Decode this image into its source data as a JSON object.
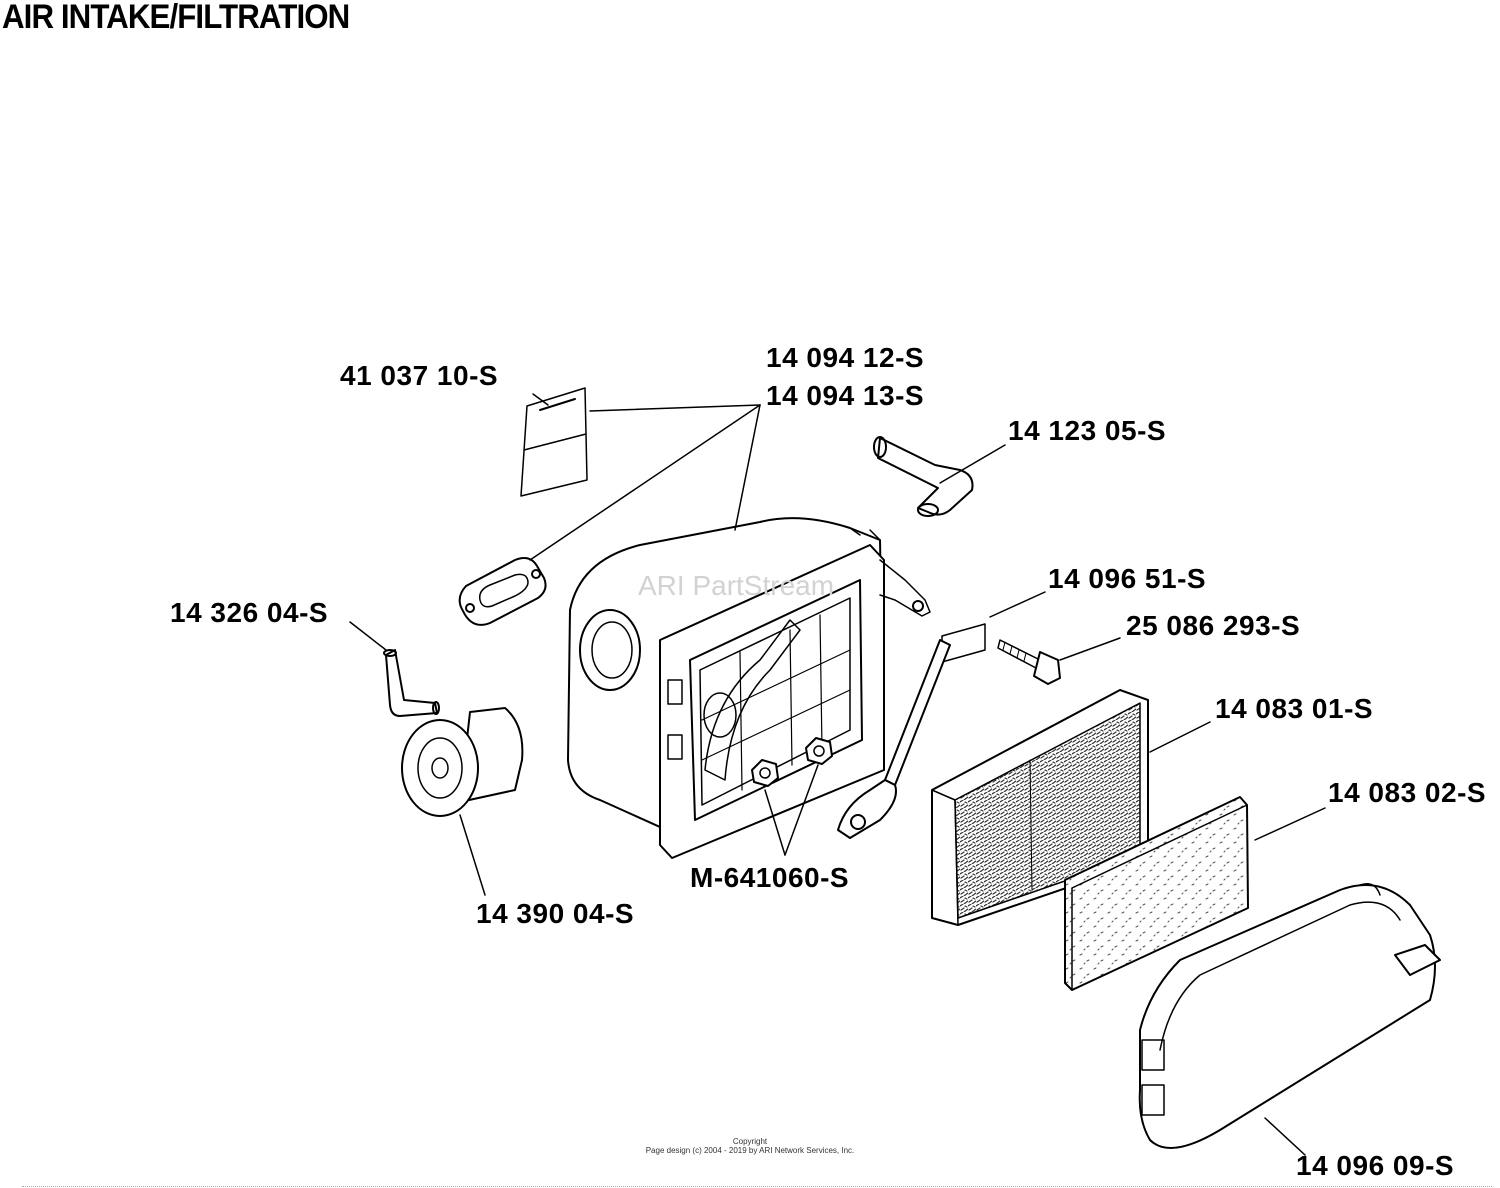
{
  "title": "AIR INTAKE/FILTRATION",
  "watermark": "ARI PartStream",
  "footer": {
    "line1": "Copyright",
    "line2": "Page design (c) 2004 - 2019 by ARI Network Services, Inc."
  },
  "parts": [
    {
      "id": "label-41-037-10",
      "number": "41 037 10-S",
      "component": "decal"
    },
    {
      "id": "label-14-094-12",
      "number": "14 094 12-S",
      "component": "air-cleaner-base"
    },
    {
      "id": "label-14-094-13",
      "number": "14 094 13-S",
      "component": "air-cleaner-base"
    },
    {
      "id": "label-14-123-05",
      "number": "14 123 05-S",
      "component": "breather-tube"
    },
    {
      "id": "label-14-096-51",
      "number": "14 096 51-S",
      "component": "bracket-seal"
    },
    {
      "id": "label-25-086-293",
      "number": "25 086 293-S",
      "component": "screw"
    },
    {
      "id": "label-14-326-04",
      "number": "14 326 04-S",
      "component": "hose"
    },
    {
      "id": "label-14-083-01",
      "number": "14 083 01-S",
      "component": "paper-element"
    },
    {
      "id": "label-14-083-02",
      "number": "14 083 02-S",
      "component": "precleaner"
    },
    {
      "id": "label-m-641060",
      "number": "M-641060-S",
      "component": "nuts"
    },
    {
      "id": "label-14-390-04",
      "number": "14 390 04-S",
      "component": "resonator"
    },
    {
      "id": "label-14-096-09",
      "number": "14 096 09-S",
      "component": "cover"
    }
  ]
}
